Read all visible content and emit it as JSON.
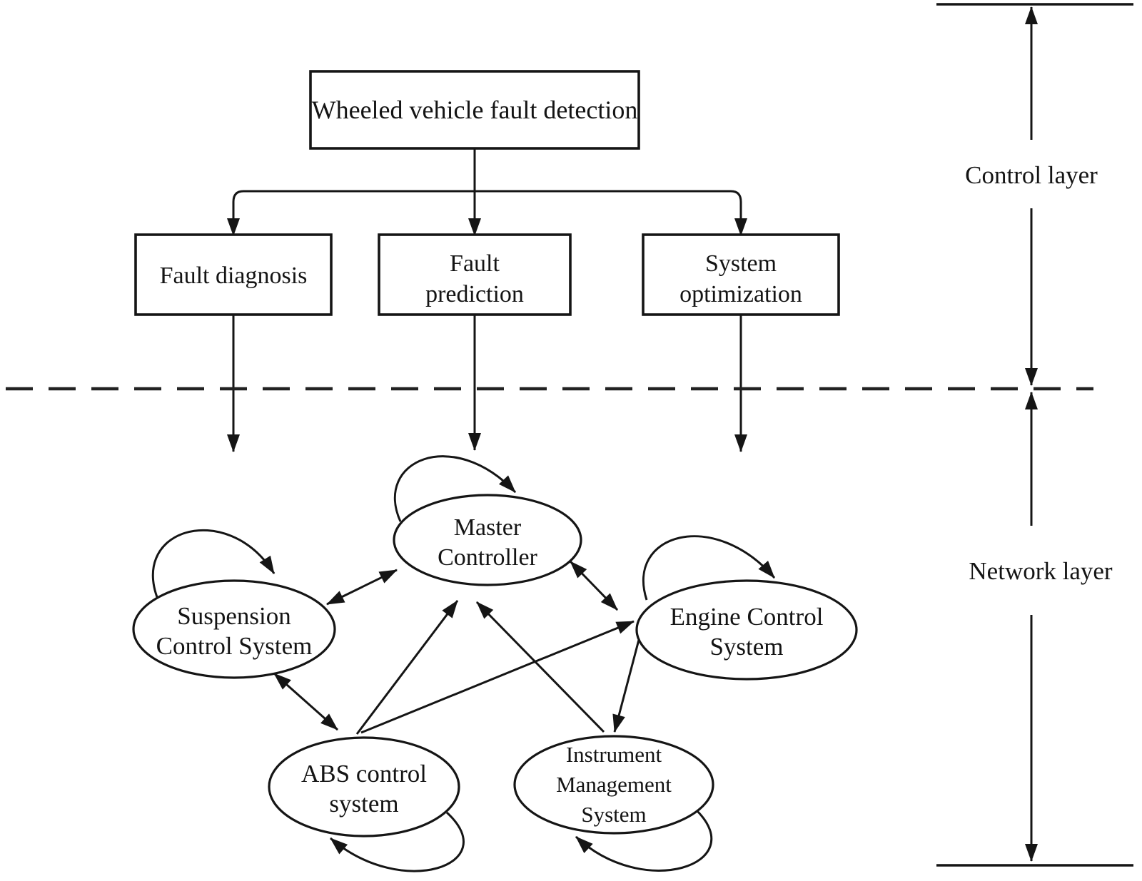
{
  "colors": {
    "ink": "#151515",
    "background": "#ffffff"
  },
  "control_layer": {
    "layer_label": "Control layer",
    "root_box": {
      "label": "Wheeled vehicle fault detection"
    },
    "fault_diagnosis": {
      "label": "Fault diagnosis"
    },
    "fault_prediction": {
      "line1": "Fault",
      "line2": "prediction"
    },
    "system_optimization": {
      "line1": "System",
      "line2": "optimization"
    }
  },
  "network_layer": {
    "layer_label": "Network layer",
    "master_controller": {
      "line1": "Master",
      "line2": "Controller"
    },
    "suspension_control": {
      "line1": "Suspension",
      "line2": "Control System"
    },
    "engine_control": {
      "line1": "Engine Control",
      "line2": "System"
    },
    "abs_control": {
      "line1": "ABS control",
      "line2": "system"
    },
    "instrument_management": {
      "line1": "Instrument",
      "line2": "Management",
      "line3": "System"
    },
    "edges": [
      {
        "from": "suspension_control",
        "to": "master_controller",
        "type": "bidirectional"
      },
      {
        "from": "master_controller",
        "to": "engine_control",
        "type": "bidirectional"
      },
      {
        "from": "suspension_control",
        "to": "abs_control",
        "type": "bidirectional"
      },
      {
        "from": "abs_control",
        "to": "master_controller",
        "type": "one_way"
      },
      {
        "from": "instrument_management",
        "to": "master_controller",
        "type": "one_way"
      },
      {
        "from": "abs_control",
        "to": "engine_control",
        "type": "one_way"
      },
      {
        "from": "engine_control",
        "to": "instrument_management",
        "type": "one_way"
      },
      {
        "from": "master_controller",
        "to": "master_controller",
        "type": "self_loop"
      },
      {
        "from": "suspension_control",
        "to": "suspension_control",
        "type": "self_loop"
      },
      {
        "from": "engine_control",
        "to": "engine_control",
        "type": "self_loop"
      },
      {
        "from": "abs_control",
        "to": "abs_control",
        "type": "self_loop"
      },
      {
        "from": "instrument_management",
        "to": "instrument_management",
        "type": "self_loop"
      }
    ]
  }
}
